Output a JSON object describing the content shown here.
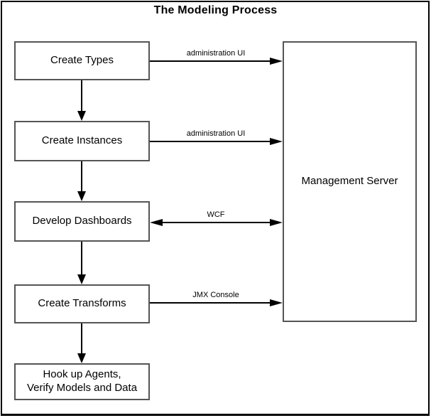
{
  "title": "The Modeling Process",
  "steps": [
    {
      "label": "Create Types"
    },
    {
      "label": "Create Instances"
    },
    {
      "label": "Develop Dashboards"
    },
    {
      "label": "Create Transforms"
    },
    {
      "label": "Hook up Agents,\nVerify Models and Data"
    }
  ],
  "server": {
    "label": "Management Server"
  },
  "connections": [
    {
      "from": "Create Types",
      "to": "Management Server",
      "label": "administration UI",
      "direction": "right"
    },
    {
      "from": "Create Instances",
      "to": "Management Server",
      "label": "administration UI",
      "direction": "right"
    },
    {
      "from": "Develop Dashboards",
      "to": "Management Server",
      "label": "WCF",
      "direction": "both"
    },
    {
      "from": "Create Transforms",
      "to": "Management Server",
      "label": "JMX Console",
      "direction": "right"
    }
  ],
  "flow_arrows": [
    {
      "from": "Create Types",
      "to": "Create Instances"
    },
    {
      "from": "Create Instances",
      "to": "Develop Dashboards"
    },
    {
      "from": "Develop Dashboards",
      "to": "Create Transforms"
    },
    {
      "from": "Create Transforms",
      "to": "Hook up Agents, Verify Models and Data"
    }
  ],
  "colors": {
    "background": "#ffffff",
    "frame_border": "#000000",
    "box_border": "#555555",
    "arrow": "#000000",
    "text": "#000000"
  }
}
